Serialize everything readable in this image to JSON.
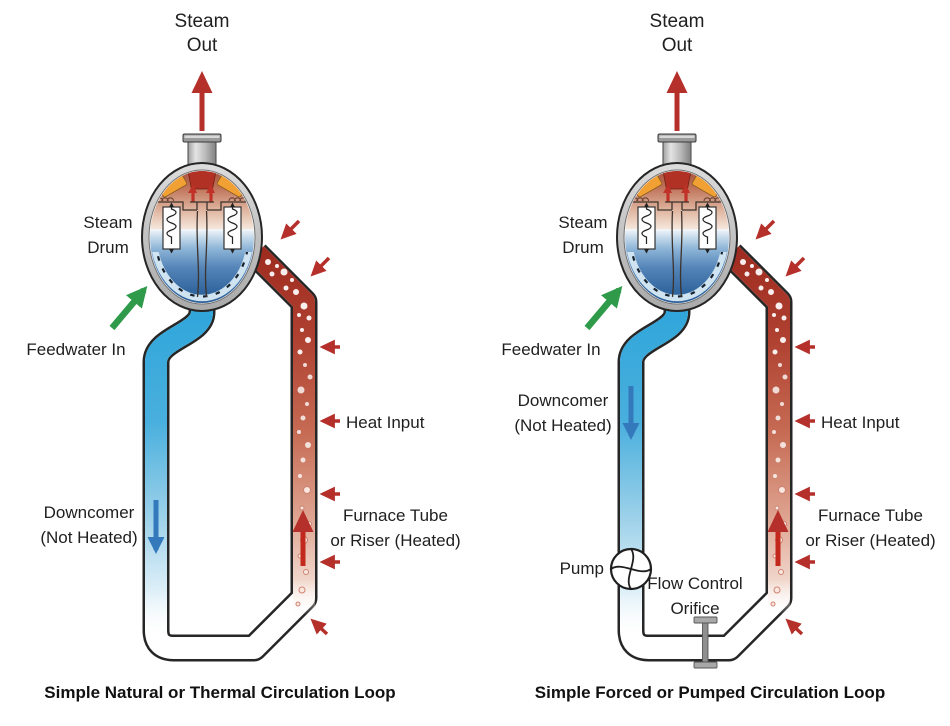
{
  "left": {
    "labels": {
      "steam_out_1": "Steam",
      "steam_out_2": "Out",
      "steam_drum_1": "Steam",
      "steam_drum_2": "Drum",
      "feedwater": "Feedwater In",
      "downcomer_1": "Downcomer",
      "downcomer_2": "(Not Heated)",
      "heat_input": "Heat Input",
      "furnace_1": "Furnace Tube",
      "furnace_2": "or Riser (Heated)"
    },
    "caption": "Simple Natural or Thermal Circulation Loop"
  },
  "right": {
    "labels": {
      "steam_out_1": "Steam",
      "steam_out_2": "Out",
      "steam_drum_1": "Steam",
      "steam_drum_2": "Drum",
      "feedwater": "Feedwater In",
      "downcomer_1": "Downcomer",
      "downcomer_2": "(Not Heated)",
      "pump": "Pump",
      "flow_control_1": "Flow Control",
      "flow_control_2": "Orifice",
      "heat_input": "Heat Input",
      "furnace_1": "Furnace Tube",
      "furnace_2": "or Riser (Heated)"
    },
    "caption": "Simple Forced or Pumped Circulation Loop"
  },
  "colors": {
    "riser_hot": "#a2291e",
    "downcomer_cold": "#2ba4da",
    "arrow_red": "#b5302a",
    "arrow_green": "#2f9b4a",
    "arrow_blue": "#3579bd",
    "drum_orange": "#f1a133",
    "drum_keystone_red": "#b23125",
    "drum_water_blue": "#2d63a4",
    "steel_gray": "#c6c6c6"
  }
}
